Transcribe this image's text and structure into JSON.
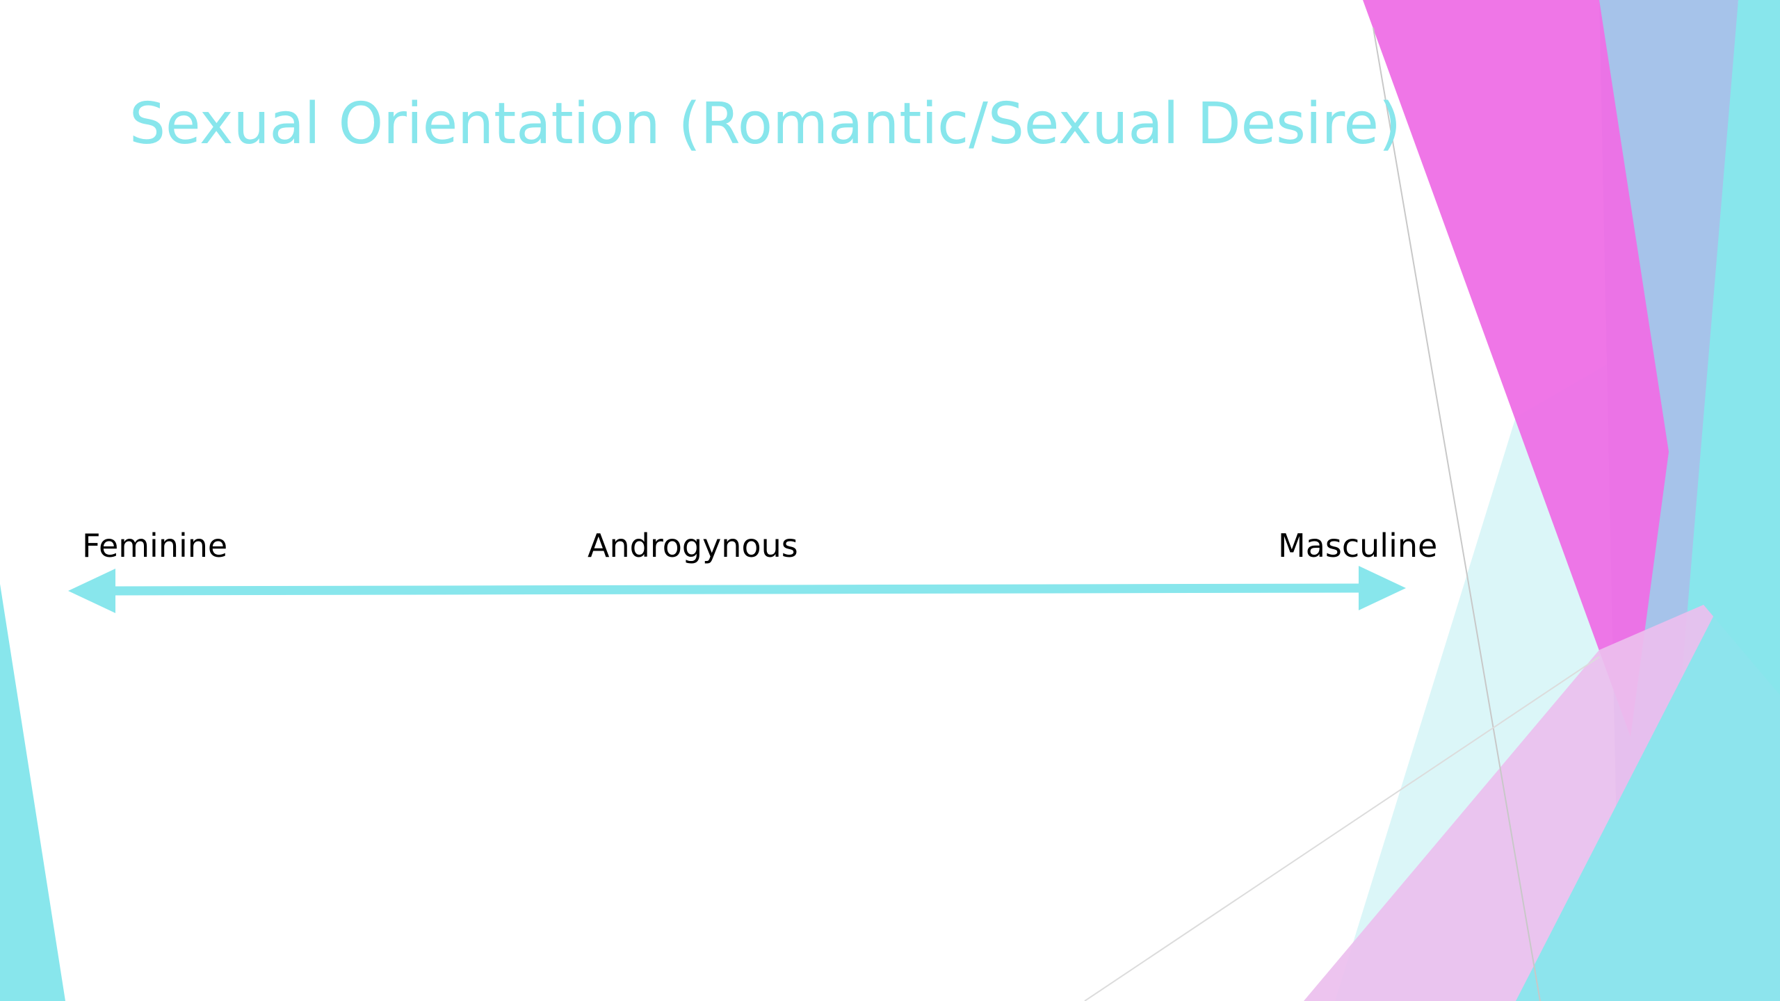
{
  "slide": {
    "title": "Sexual Orientation (Romantic/Sexual Desire)"
  },
  "spectrum": {
    "left_label": "Feminine",
    "middle_label": "Androgynous",
    "right_label": "Masculine"
  },
  "colors": {
    "title": "#88e6ec",
    "arrow": "#88e6ec",
    "cyan": "#88e6ec",
    "magenta": "#ee6fe6",
    "periwinkle": "#a6c3ea",
    "pale_pink": "#ecbfee",
    "pale_cyan": "#d9f6f8"
  }
}
